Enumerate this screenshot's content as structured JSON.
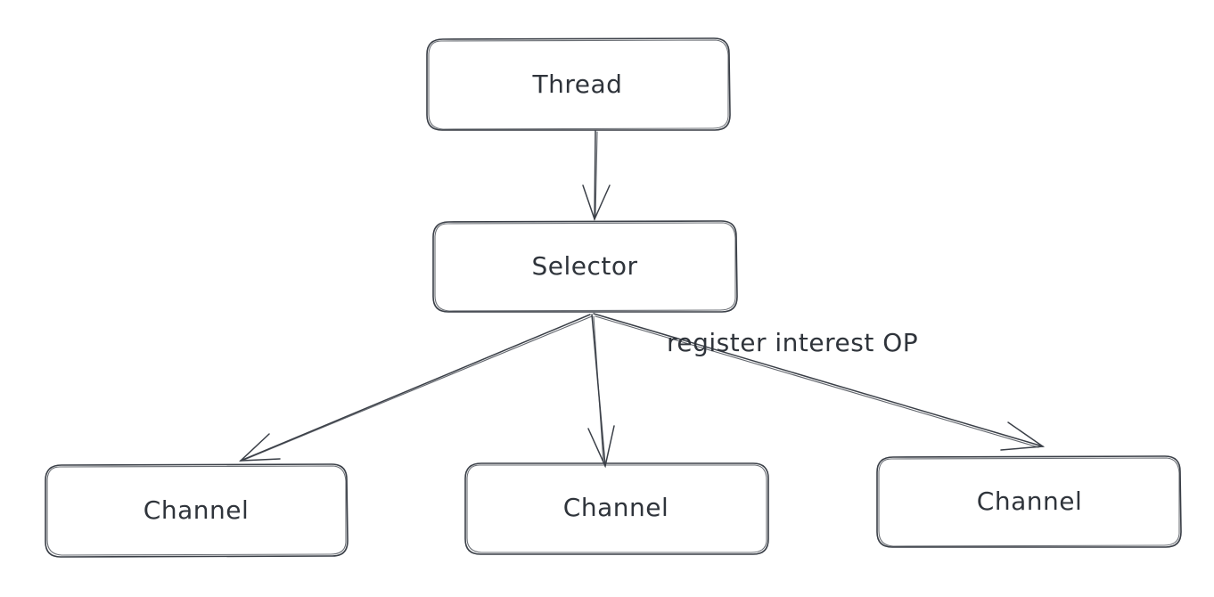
{
  "diagram": {
    "nodes": [
      {
        "id": "thread",
        "label": "Thread"
      },
      {
        "id": "selector",
        "label": "Selector"
      },
      {
        "id": "channel-left",
        "label": "Channel"
      },
      {
        "id": "channel-middle",
        "label": "Channel"
      },
      {
        "id": "channel-right",
        "label": "Channel"
      }
    ],
    "edges": [
      {
        "from": "thread",
        "to": "selector",
        "label": ""
      },
      {
        "from": "selector",
        "to": "channel-left",
        "label": ""
      },
      {
        "from": "selector",
        "to": "channel-middle",
        "label": ""
      },
      {
        "from": "selector",
        "to": "channel-right",
        "label": "register interest OP"
      }
    ],
    "stroke_color": "#3a3f47",
    "text_color": "#2f343b",
    "background_color": "#ffffff"
  }
}
